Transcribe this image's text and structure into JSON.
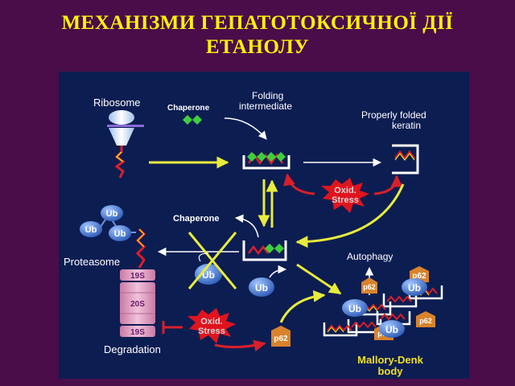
{
  "title": {
    "line1": "МЕХАНІЗМИ ГЕПАТОТОКСИЧНОЇ ДІЇ",
    "line2": "ЕТАНОЛУ"
  },
  "labels": {
    "ribosome": "Ribosome",
    "chaperone_top": "Chaperone",
    "folding_line1": "Folding",
    "folding_line2": "intermediate",
    "folded_line1": "Properly folded",
    "folded_line2": "keratin",
    "oxid_top_line1": "Oxid.",
    "oxid_top_line2": "Stress",
    "chaperone_mid": "Chaperone",
    "proteasome": "Proteasome",
    "autophagy": "Autophagy",
    "ub": "Ub",
    "p62": "p62",
    "s19_top": "19S",
    "s20": "20S",
    "s19_bottom": "19S",
    "oxid_bottom_line1": "Oxid.",
    "oxid_bottom_line2": "Stress",
    "degradation": "Degradation",
    "mallory_line1": "Mallory-Denk",
    "mallory_line2": "body"
  },
  "colors": {
    "background": "#4a0d4a",
    "panel": "#0c1d52",
    "title": "#fff200",
    "arrow_yellow": "#e8ec3a",
    "arrow_white": "#ffffff",
    "arrow_red": "#d8202a",
    "chaperone_green": "#3ecf3e",
    "ub_blue": "#4a7fd6",
    "p62_orange": "#d9832c",
    "proteasome_pink": "#e6a6c8",
    "stress_red": "#e0141e",
    "mallory_yellow": "#f0e020"
  }
}
